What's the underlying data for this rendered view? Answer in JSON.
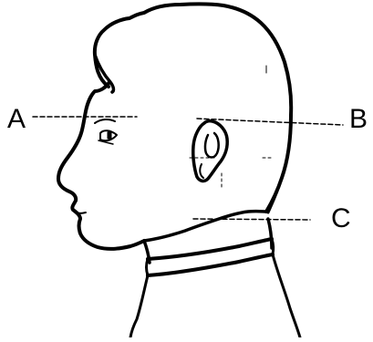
{
  "labels": {
    "a": "A",
    "b": "B",
    "c": "C"
  },
  "colors": {
    "ink": "#000000",
    "background": "#ffffff"
  }
}
